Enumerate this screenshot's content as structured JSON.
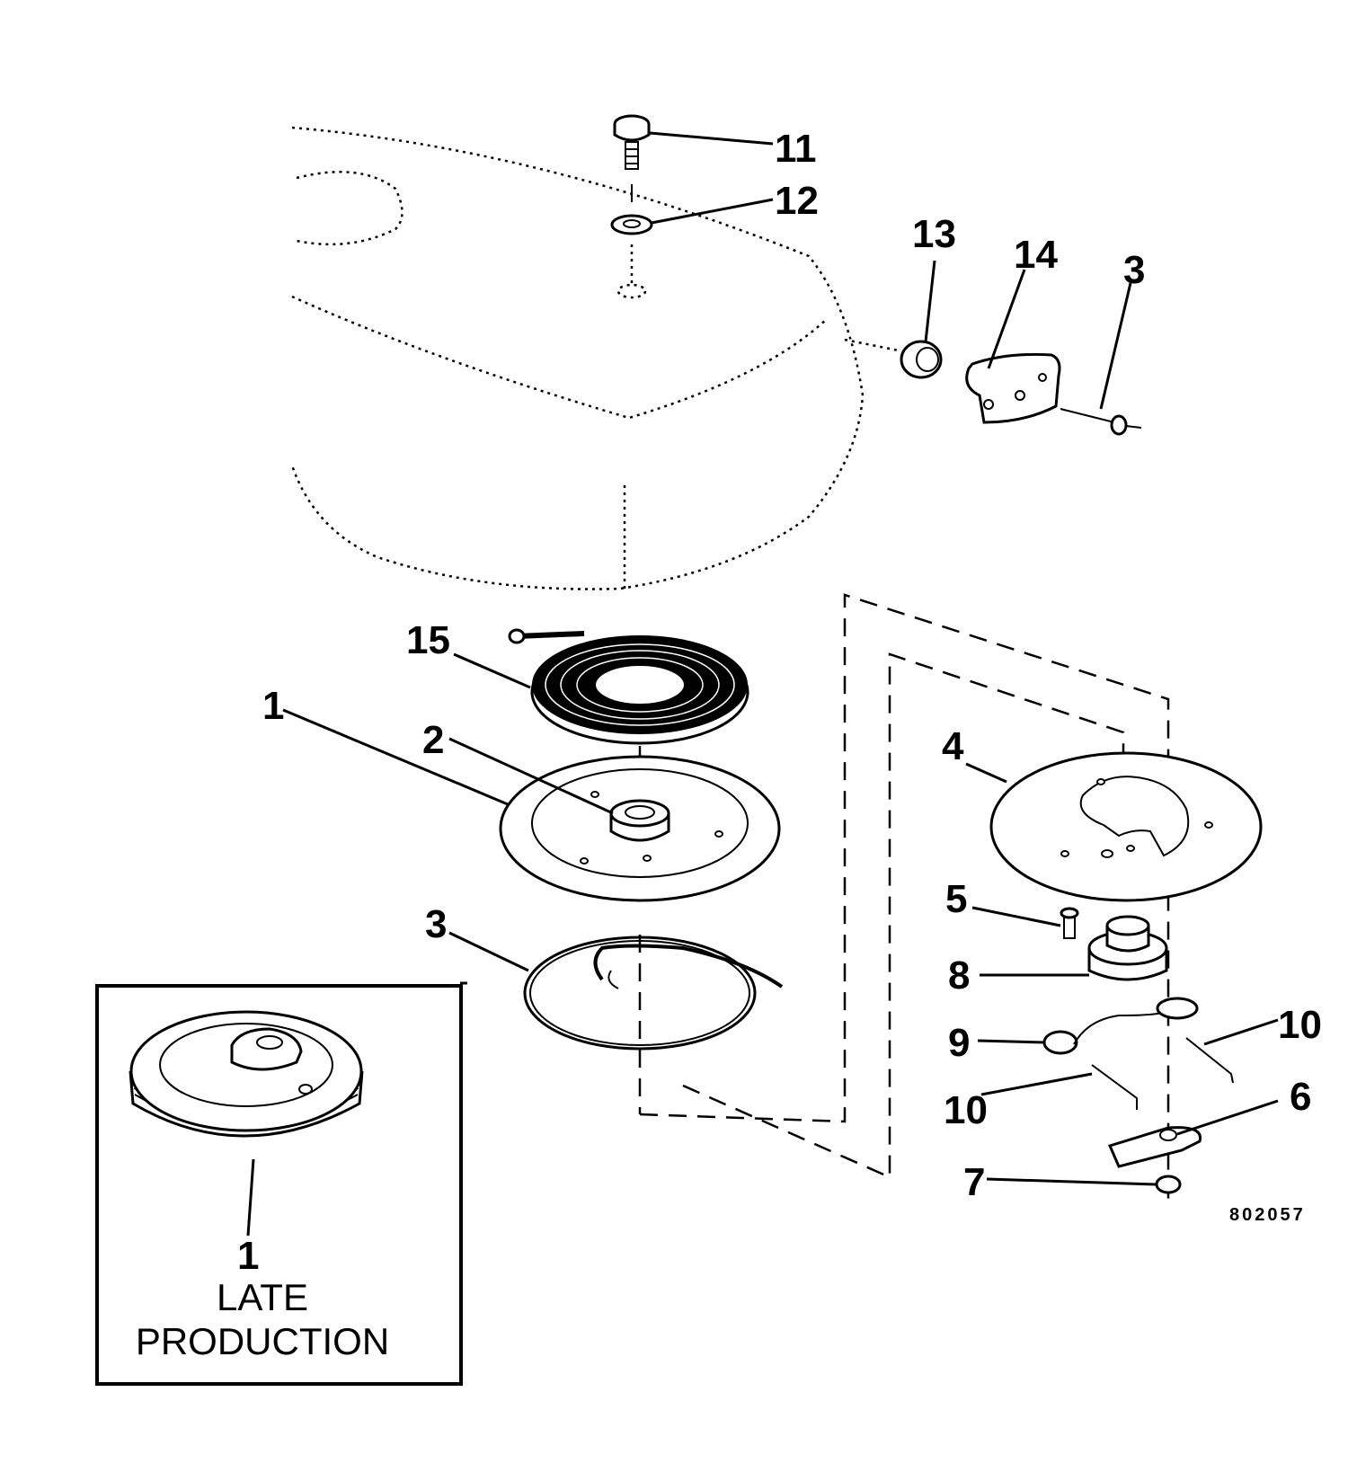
{
  "callouts": {
    "c1": "1",
    "c2": "2",
    "c3a": "3",
    "c3b": "3",
    "c4": "4",
    "c5": "5",
    "c6": "6",
    "c7": "7",
    "c8": "8",
    "c9": "9",
    "c10a": "10",
    "c10b": "10",
    "c11": "11",
    "c12": "12",
    "c13": "13",
    "c14": "14",
    "c15": "15"
  },
  "inset": {
    "callout": "1",
    "line1": "LATE",
    "line2": "PRODUCTION"
  },
  "drawing_number": "802057"
}
